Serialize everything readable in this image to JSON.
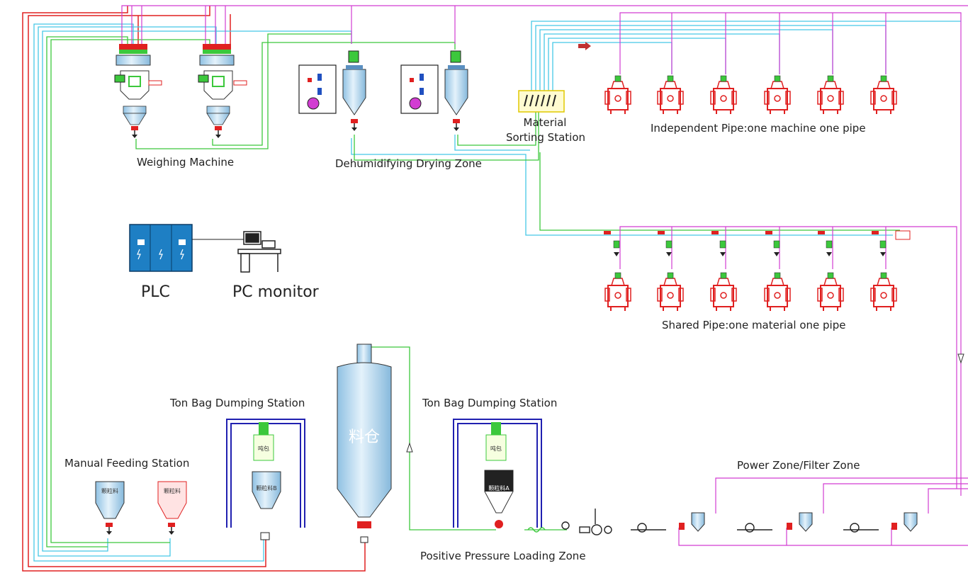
{
  "labels": {
    "weighing_machine": "Weighing Machine",
    "dehumidifying_drying_zone": "Dehumidifying Drying Zone",
    "material_sorting_station_line1": "Material",
    "material_sorting_station_line2": "Sorting Station",
    "independent_pipe": "Independent Pipe:one machine one pipe",
    "shared_pipe": "Shared Pipe:one material one pipe",
    "plc": "PLC",
    "pc_monitor": "PC monitor",
    "ton_bag_left": "Ton Bag Dumping Station",
    "ton_bag_right": "Ton Bag Dumping Station",
    "manual_feeding_station": "Manual Feeding Station",
    "power_filter_zone": "Power Zone/Filter Zone",
    "positive_pressure_loading_zone": "Positive Pressure Loading Zone",
    "silo_text": "料仓",
    "hopper_text_1": "颗粒料",
    "hopper_text_2": "颗粒料",
    "hopper_text_3": "颗粒料B",
    "hopper_text_4": "颗粒料A",
    "ton_bag_text_1": "吨包",
    "ton_bag_text_2": "吨包"
  },
  "colors": {
    "power_line": "#d23cd2",
    "air_line": "#46c8e6",
    "material_line": "#3cc83c",
    "red_line": "#e02020",
    "machine_red": "#e02020",
    "frame_blue": "#2020b0",
    "plc_blue": "#1e7fc4",
    "vessel_blue": "#b8daf0"
  }
}
